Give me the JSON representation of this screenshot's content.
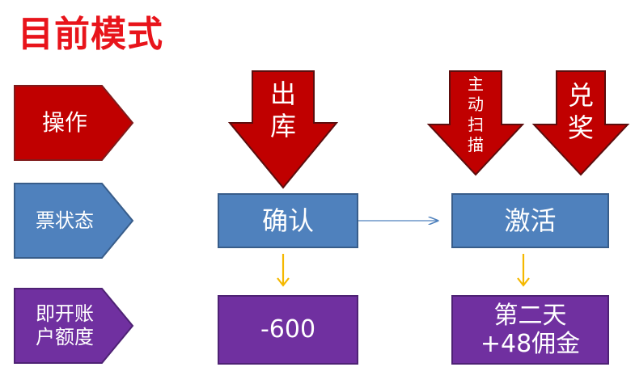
{
  "title": "目前模式",
  "rows": {
    "operation": "操作",
    "ticket_status": "票状态",
    "credit_line_1": "即开账",
    "credit_line_2": "户额度"
  },
  "operations": {
    "outbound": [
      "出",
      "库"
    ],
    "scan": [
      "主",
      "动",
      "扫",
      "描"
    ],
    "redeem": [
      "兑",
      "奖"
    ]
  },
  "states": {
    "confirm": "确认",
    "activate": "激活"
  },
  "amounts": {
    "confirm": "-600",
    "activate_line_1": "第二天",
    "activate_line_2": "+48佣金"
  },
  "colors": {
    "red": "#c00000",
    "blue": "#4f81bd",
    "purple": "#7030a0",
    "yellow_arrow": "#f5b800"
  }
}
